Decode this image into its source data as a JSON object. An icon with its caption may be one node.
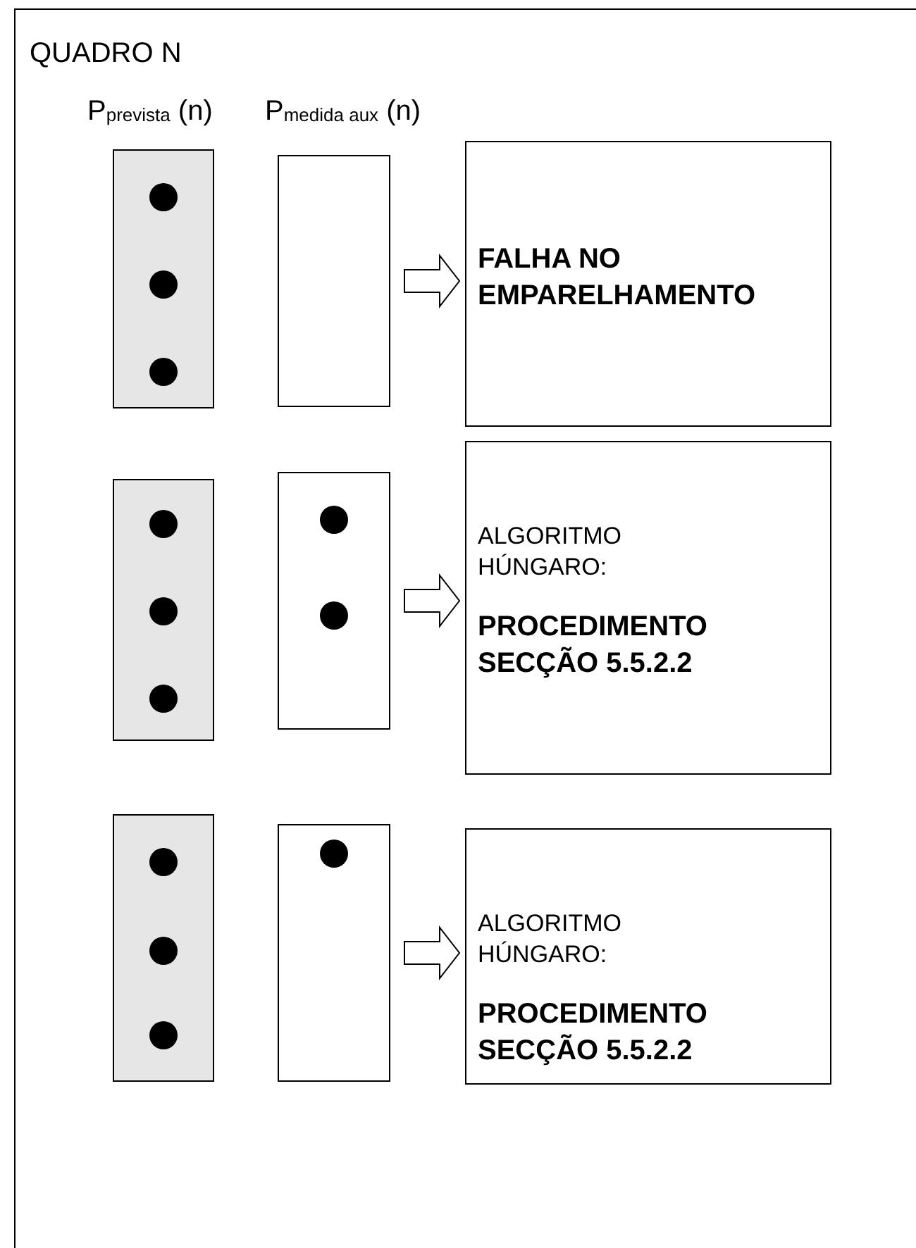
{
  "diagram": {
    "nodes": [
      {
        "text": [
          "QUADRO N"
        ]
      },
      {
        "text": [],
        "shape": "box",
        "in": 0
      },
      {
        "text": [],
        "shape": "circle",
        "in": 1
      },
      {
        "text": [],
        "shape": "circle",
        "in": 1
      },
      {
        "text": [],
        "shape": "circle",
        "in": 1
      },
      {
        "text": [],
        "shape": "box",
        "in": 0
      },
      {
        "text": [
          "FALHA NO EMPARELHAMENTO"
        ],
        "in": 0
      },
      {
        "text": [],
        "shape": "box",
        "in": 0
      },
      {
        "text": [],
        "shape": "circle",
        "in": 7
      },
      {
        "text": [],
        "shape": "circle",
        "in": 7
      },
      {
        "text": [],
        "shape": "circle",
        "in": 7
      },
      {
        "text": [],
        "shape": "box",
        "in": 0
      },
      {
        "text": [],
        "shape": "circle",
        "in": 11
      },
      {
        "text": [],
        "shape": "circle",
        "in": 11
      },
      {
        "text": [
          "ALGORITMO HÚNGARO:",
          "PROCEDIMENTO SECÇÃO 5.5.2.2"
        ],
        "in": 0
      },
      {
        "text": [],
        "shape": "box",
        "in": 0
      },
      {
        "text": [],
        "shape": "circle",
        "in": 15
      },
      {
        "text": [],
        "shape": "circle",
        "in": 15
      },
      {
        "text": [],
        "shape": "circle",
        "in": 15
      },
      {
        "text": [],
        "shape": "box",
        "in": 0
      },
      {
        "text": [],
        "shape": "circle",
        "in": 19
      },
      {
        "text": [
          "ALGORITMO HÚNGARO:",
          "PROCEDIMENTO SECÇÃO 5.5.2.2"
        ],
        "in": 0
      }
    ],
    "edges": [
      {
        "from": 5,
        "to": 6,
        "arrow": "to"
      },
      {
        "from": 11,
        "to": 14,
        "arrow": "to"
      },
      {
        "from": 19,
        "to": 21,
        "arrow": "to"
      }
    ],
    "labels": [
      "P$_{prevista}$ (n)",
      "P$_{medida aux}$ (n)"
    ]
  }
}
